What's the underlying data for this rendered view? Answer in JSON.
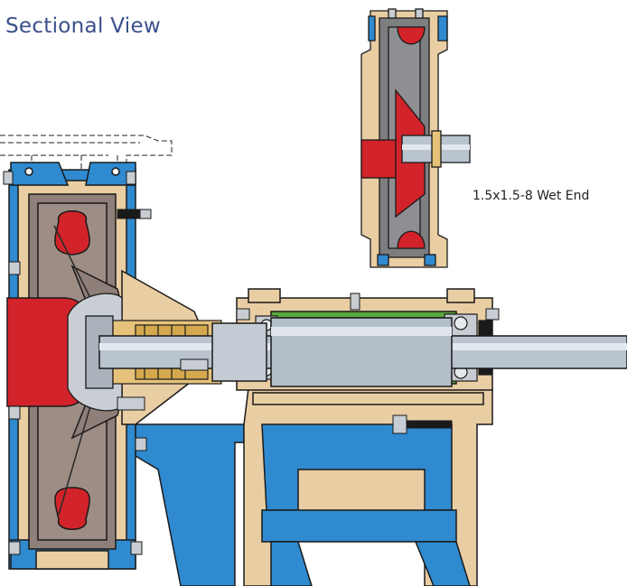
{
  "title": "Sectional View",
  "detail_caption": "1.5x1.5-8 Wet End",
  "colors": {
    "title": "#3a4f8c",
    "casing_blue": "#2f8ad0",
    "liner_tan": "#e9cda3",
    "rubber_grey": "#8e7f78",
    "impeller_red": "#d2232a",
    "bearing_green": "#5aa83c",
    "shaft_steel": "#b9c4cf",
    "outline": "#1a1a1a"
  },
  "components": [
    "main-pump-casing",
    "volute-liner",
    "impeller",
    "shaft",
    "shaft-sleeve",
    "stuffing-box",
    "bearing-housing",
    "bearing-assembly",
    "pedestal-base",
    "wet-end-detail"
  ]
}
